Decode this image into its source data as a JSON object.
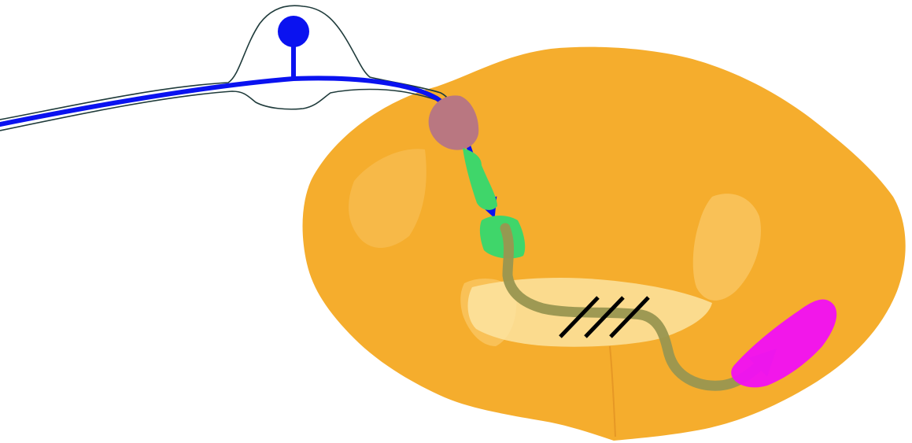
{
  "diagram": {
    "colors": {
      "background": "#ffffff",
      "cord_fill": "#f5ad2d",
      "cord_shade": "#e9961c",
      "white_matter_light": "#fbd27a",
      "commissure_light": "#fde6a6",
      "ganglion_outline": "#1f3b3b",
      "sensory_neuron": "#0a12f0",
      "dorsal_root_entry_zone": "#b97781",
      "dorsal_horn_nucleus": "#3fd66a",
      "crossing_tract": "#9a9650",
      "target_tract": "#f10ff4",
      "lesion_marks": "#000000"
    },
    "elements": [
      "dorsal-root-ganglion",
      "sensory-neuron-cell-body",
      "sensory-axon",
      "spinal-cord-cross-section",
      "dorsal-root-entry-zone",
      "dorsal-horn-nucleus",
      "second-order-axon",
      "lesion-marks",
      "target-tract"
    ]
  }
}
